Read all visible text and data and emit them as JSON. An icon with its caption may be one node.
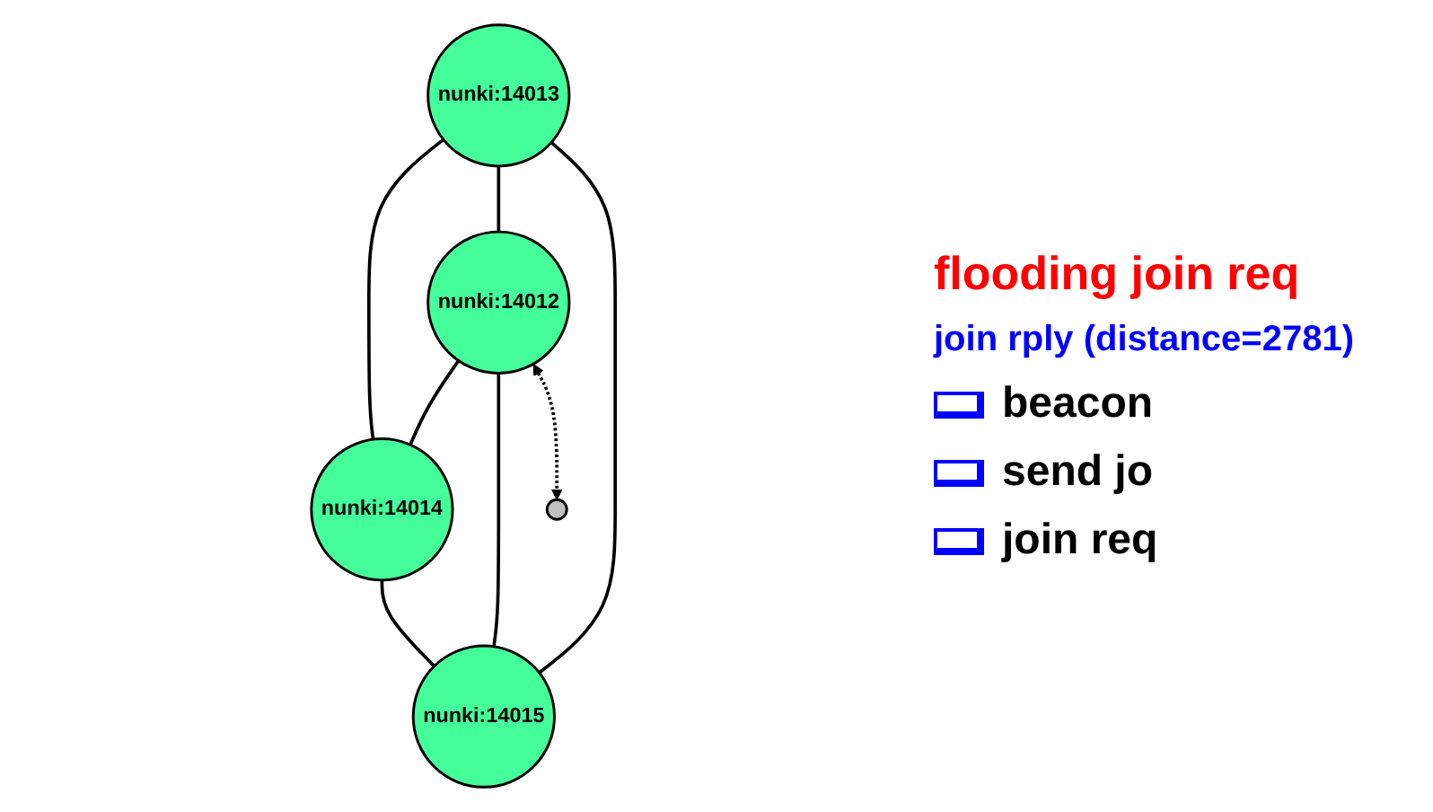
{
  "diagram": {
    "nodes": [
      {
        "text": [
          "nunki:14013"
        ]
      },
      {
        "text": [
          "nunki:14014"
        ]
      },
      {
        "text": [
          "nunki:14012"
        ]
      },
      {
        "text": [
          "nunki:14015"
        ]
      },
      {
        "text": [],
        "shape": "circle"
      }
    ],
    "edges": [
      {
        "from": 0,
        "to": 1,
        "arrow": "none"
      },
      {
        "from": 0,
        "to": 2,
        "arrow": "none"
      },
      {
        "from": 0,
        "to": 3,
        "arrow": "none"
      },
      {
        "from": 2,
        "to": 1,
        "arrow": "none"
      },
      {
        "from": 1,
        "to": 3,
        "arrow": "none"
      },
      {
        "from": 2,
        "to": 3,
        "arrow": "none"
      },
      {
        "from": 2,
        "to": 4,
        "arrow": "both",
        "style": "dashed"
      }
    ],
    "labels": [
      "flooding join req",
      "join rply (distance=2781)"
    ],
    "legend": [
      {
        "text": "beacon"
      },
      {
        "text": "send jo"
      },
      {
        "text": "join req"
      }
    ]
  }
}
